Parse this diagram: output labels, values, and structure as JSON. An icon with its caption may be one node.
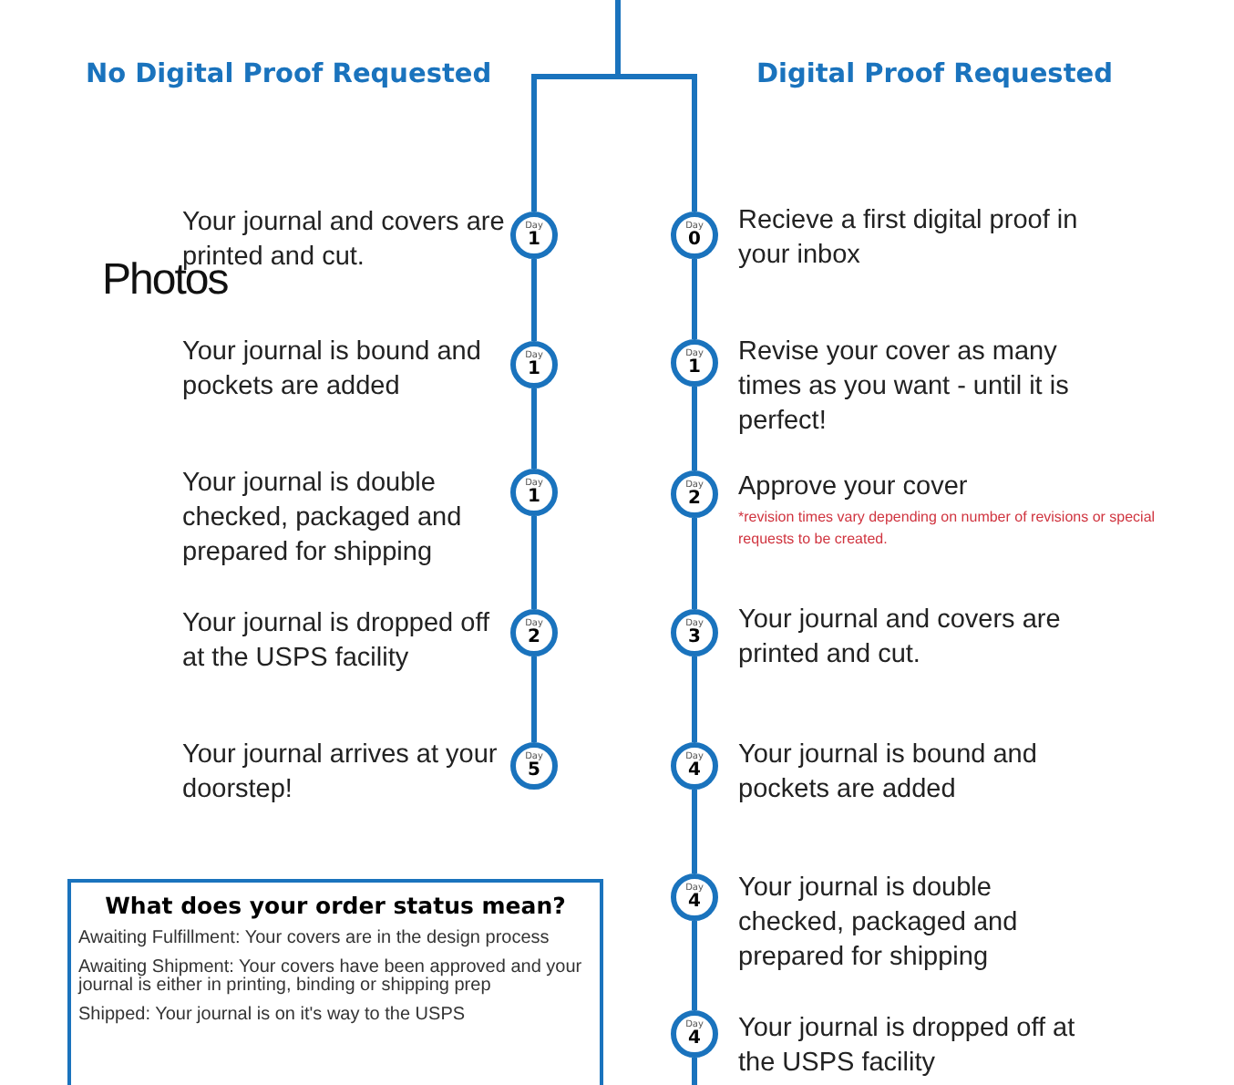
{
  "diagram": {
    "nodes": [
      {
        "text": [
          "Day",
          "1"
        ],
        "beside": [
          "Your journal and covers are printed and cut."
        ]
      },
      {
        "text": [
          "Day",
          "1"
        ],
        "beside": [
          "Your journal is bound and pockets are added"
        ]
      },
      {
        "text": [
          "Day",
          "1"
        ],
        "beside": [
          "Your journal is double checked, packaged and prepared for shipping"
        ]
      },
      {
        "text": [
          "Day",
          "2"
        ],
        "beside": [
          "Your journal is dropped off at the USPS facility"
        ]
      },
      {
        "text": [
          "Day",
          "5"
        ],
        "beside": [
          "Your journal arrives at your doorstep!"
        ]
      },
      {
        "text": [
          "Day",
          "0"
        ],
        "beside": [
          "Recieve a first digital proof in your inbox"
        ]
      },
      {
        "text": [
          "Day",
          "1"
        ],
        "beside": [
          "Revise your cover as many times as you want - until it is perfect!"
        ]
      },
      {
        "text": [
          "Day",
          "2"
        ],
        "beside": [
          "Approve your cover",
          "*revision times vary depending on number of revisions or special requests to be created."
        ]
      },
      {
        "text": [
          "Day",
          "3"
        ],
        "beside": [
          "Your journal and covers are printed and cut."
        ]
      },
      {
        "text": [
          "Day",
          "4"
        ],
        "beside": [
          "Your journal is bound and pockets are added"
        ]
      },
      {
        "text": [
          "Day",
          "4"
        ],
        "beside": [
          "Your journal is double checked, packaged and prepared for shipping"
        ]
      },
      {
        "text": [
          "Day",
          "4"
        ],
        "beside": [
          "Your journal is dropped off at the USPS facility"
        ]
      },
      {
        "text": [
          "What does your order status mean?",
          "Awaiting Fulfillment: Your covers are in the design process",
          "Awaiting Shipment: Your covers have been approved and your journal is either in printing, binding or shipping prep",
          "Shipped: Your journal is on it's way to the USPS"
        ]
      }
    ],
    "edges": [
      {
        "from": null,
        "to": 0,
        "arrow": "none"
      },
      {
        "from": 0,
        "to": 1,
        "arrow": "none"
      },
      {
        "from": 1,
        "to": 2,
        "arrow": "none"
      },
      {
        "from": 2,
        "to": 3,
        "arrow": "none"
      },
      {
        "from": 3,
        "to": 4,
        "arrow": "none"
      },
      {
        "from": null,
        "to": 5,
        "arrow": "none"
      },
      {
        "from": 5,
        "to": 6,
        "arrow": "none"
      },
      {
        "from": 6,
        "to": 7,
        "arrow": "none"
      },
      {
        "from": 7,
        "to": 8,
        "arrow": "none"
      },
      {
        "from": 8,
        "to": 9,
        "arrow": "none"
      },
      {
        "from": 9,
        "to": 10,
        "arrow": "none"
      },
      {
        "from": 10,
        "to": 11,
        "arrow": "none"
      },
      {
        "from": 11,
        "to": null,
        "arrow": "none"
      }
    ],
    "labels": [
      "No Digital Proof Requested",
      "Digital Proof Requested",
      "Photos"
    ]
  }
}
